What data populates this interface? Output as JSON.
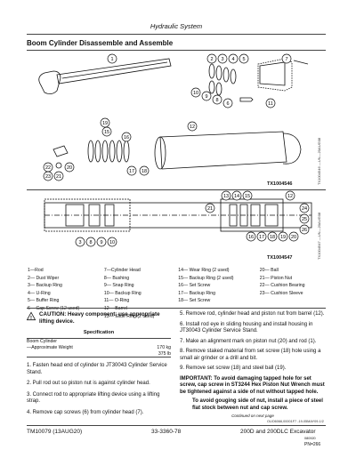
{
  "header": {
    "section": "Hydraulic System"
  },
  "title": "Boom Cylinder Disassemble and Assemble",
  "figure": {
    "top_callouts": [
      "1",
      "2",
      "3",
      "4",
      "5",
      "6",
      "7",
      "8",
      "9",
      "10",
      "11",
      "12"
    ],
    "mid_callouts": [
      "15",
      "16",
      "17",
      "18",
      "19",
      "20",
      "21",
      "22",
      "23"
    ],
    "cross_callouts": [
      "3",
      "8",
      "9",
      "10",
      "21",
      "13",
      "14",
      "15",
      "12",
      "16",
      "17",
      "18",
      "19",
      "20",
      "24",
      "25",
      "26"
    ],
    "code_1": "TX1004546",
    "code_2": "TX1004547",
    "side_code_1": "TX1004546 —UN—20AUG08",
    "side_code_2": "TX1004547 —UN—20AUG08"
  },
  "legend": [
    [
      "1—Rod",
      "7—Cylinder Head",
      "14— Wear Ring (2 used)",
      "20— Ball"
    ],
    [
      "2— Dust Wiper",
      "8— Bushing",
      "15— Backup Ring (2 used)",
      "21— Piston Nut"
    ],
    [
      "3— Backup Ring",
      "9— Snap Ring",
      "16— Set Screw",
      "22— Cushion Bearing"
    ],
    [
      "4— U-Ring",
      "10— Backup Ring",
      "17— Backup Ring",
      "23— Cushion Sleeve"
    ],
    [
      "5— Buffer Ring",
      "11— O-Ring",
      "18— Set Screw",
      ""
    ],
    [
      "6— Cap Screw (12 used)",
      "12— Barrel",
      "",
      ""
    ],
    [
      "",
      "13— Slide Ring (2 used)",
      "",
      ""
    ]
  ],
  "caution": {
    "text": "CAUTION: Heavy component; use appropriate lifting device."
  },
  "spec": {
    "heading": "Specification",
    "item": "Boom Cylinder",
    "label": "—Approximate Weight",
    "value_kg": "170 kg",
    "value_lb": "375 lb"
  },
  "left_steps": [
    "1.  Fasten head end of cylinder to JT30043 Cylinder Service Stand.",
    "2.  Pull rod out so piston nut is against cylinder head.",
    "3.  Connect rod to appropriate lifting device using a lifting strap.",
    "4.  Remove cap screws (6) from cylinder head (7)."
  ],
  "right_steps": [
    "5.  Remove rod, cylinder head and piston nut from barrel (12).",
    "6.  Install rod eye in sliding housing and install housing in JT30043 Cylinder Service Stand.",
    "7.  Make an alignment mark on piston nut (20) and rod (1).",
    "8.  Remove staked material from set screw (18) hole using a small air grinder or a drill and bit.",
    "9.  Remove set screw (18) and steel ball (19)."
  ],
  "important": "IMPORTANT: To avoid damaging tapped hole for set screw, cap screw in ST3244 Hex Piston Nut Wrench must be tightened against a side of nut without tapped hole.",
  "tail_note": "To avoid gouging side of nut, install a piece of steel flat stock between nut and cap screw.",
  "continued": "Continued on next page",
  "doc_code": "OUO6066,00001F7 -19-05MAY09-1/2",
  "footer": {
    "left": "TM10079 (13AUG20)",
    "center": "33-3360-78",
    "right": "200D and 200DLC Excavator",
    "small": "080920",
    "page": "PN=266"
  }
}
